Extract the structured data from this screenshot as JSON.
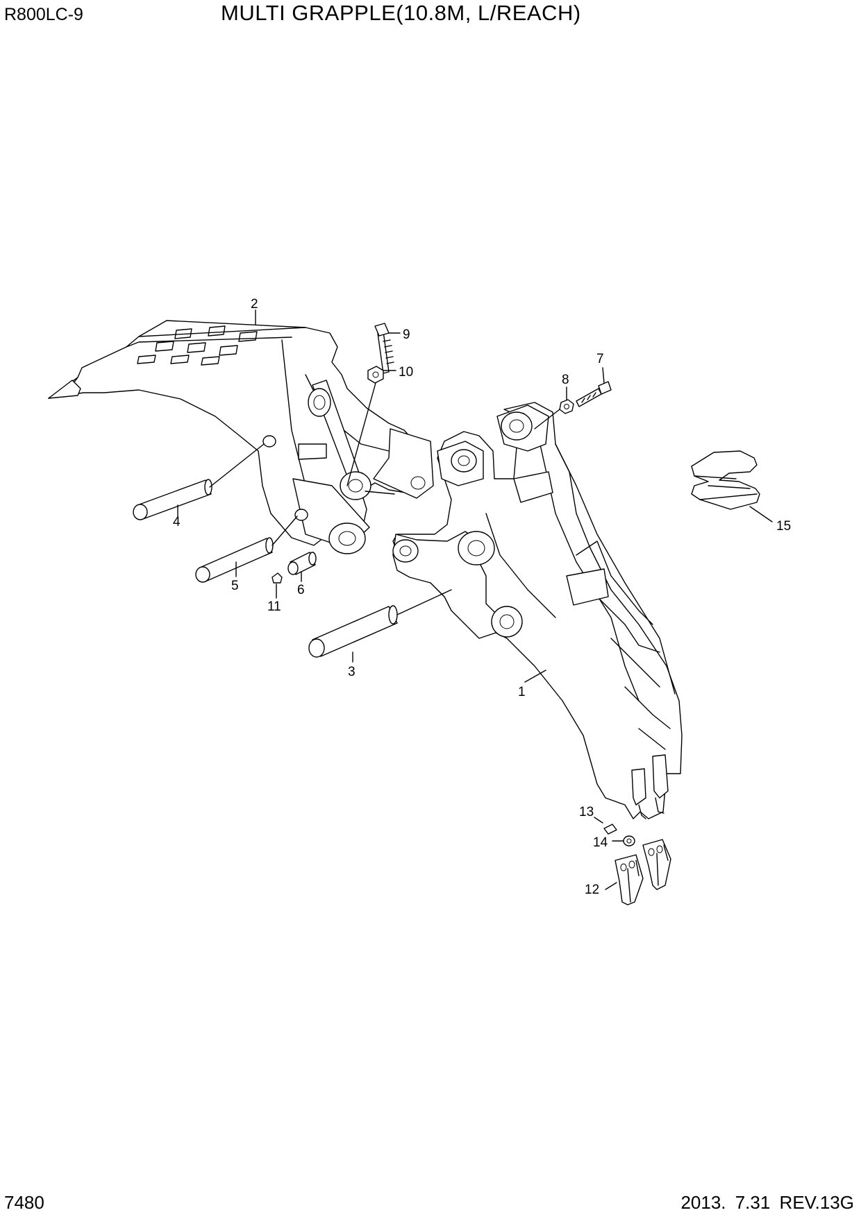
{
  "header": {
    "model": "R800LC-9",
    "title": "MULTI GRAPPLE(10.8M, L/REACH)"
  },
  "footer": {
    "page_number": "7480",
    "revision": "2013. 7.31  REV.13G"
  },
  "callouts": [
    "1",
    "2",
    "3",
    "4",
    "5",
    "6",
    "7",
    "8",
    "9",
    "10",
    "11",
    "12",
    "13",
    "14",
    "15"
  ]
}
